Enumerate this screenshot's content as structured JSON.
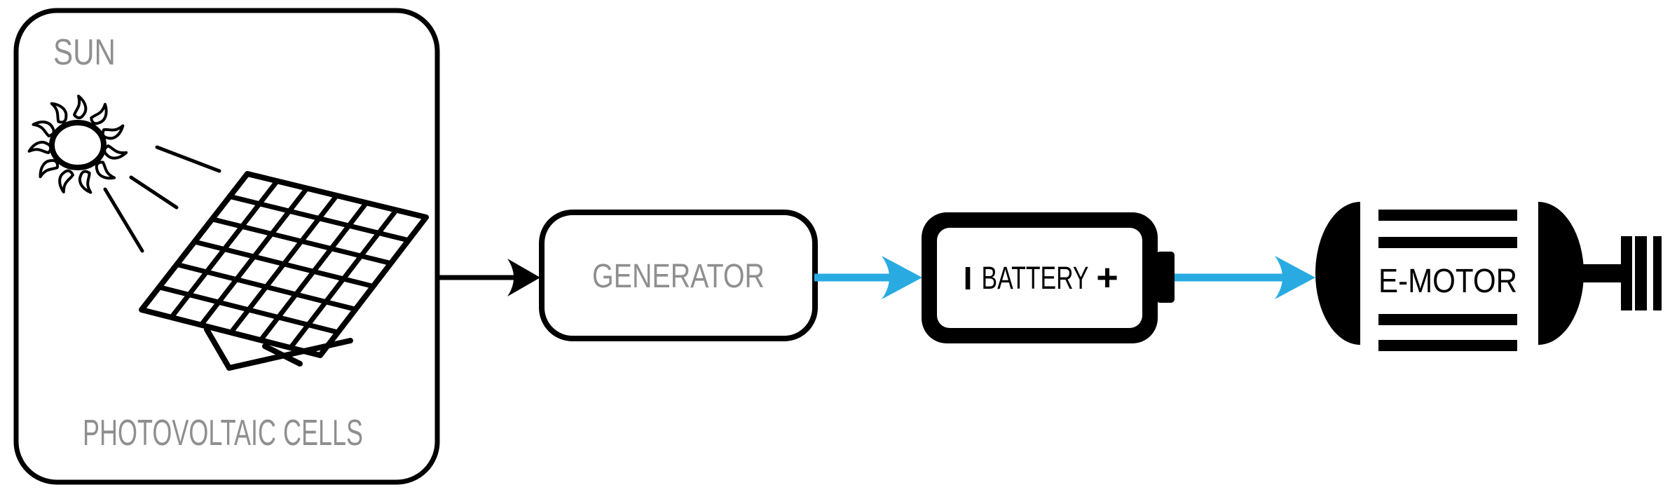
{
  "colors": {
    "background": "#FFFFFF",
    "ink_black": "#000000",
    "label_gray": "#8F8F8F",
    "flow_blue": "#29ABE2"
  },
  "pv_box": {
    "sun_label": "SUN",
    "cells_label": "PHOTOVOLTAIC CELLS"
  },
  "generator": {
    "label": "GENERATOR"
  },
  "battery": {
    "minus_terminal": "I",
    "label": "BATTERY",
    "plus_terminal": "+"
  },
  "motor": {
    "label": "E-MOTOR"
  }
}
